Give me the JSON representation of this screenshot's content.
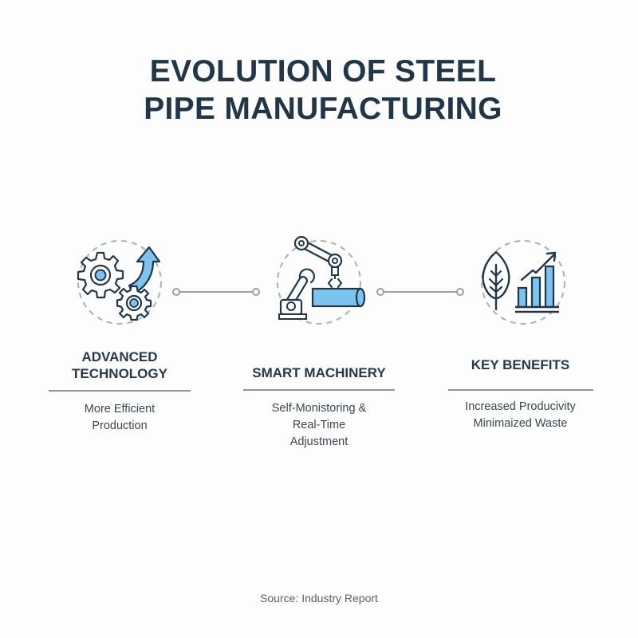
{
  "title": {
    "line1": "EVOLUTION OF STEEL",
    "line2": "PIPE MANUFACTURING"
  },
  "colors": {
    "title": "#22364a",
    "icon_stroke": "#22364a",
    "icon_fill": "#7cc4ef",
    "dashed_circle": "#a9b0b6",
    "connector": "#97a1aa",
    "divider": "#8a97a3"
  },
  "stages": [
    {
      "icon": "gears-arrow-icon",
      "heading_line1": "ADVANCED",
      "heading_line2": "TECHNOLOGY",
      "desc_line1": "More Efficient",
      "desc_line2": "Production"
    },
    {
      "icon": "robotic-arm-pipe-icon",
      "heading_line1": "SMART MACHINERY",
      "desc_line1": "Self-Monistoring &",
      "desc_line2": "Real-Time",
      "desc_line3": "Adjustment"
    },
    {
      "icon": "leaf-growth-chart-icon",
      "heading_line1": "KEY BENEFITS",
      "desc_line1": "Increased Producivity",
      "desc_line2": "Minimaized Waste"
    }
  ],
  "source": "Source: Industry Report"
}
